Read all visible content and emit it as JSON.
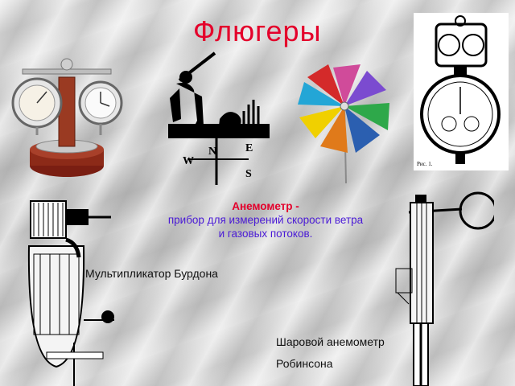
{
  "slide": {
    "title": "Флюгеры",
    "anemometer": {
      "term": "Анемометр -",
      "line1": "прибор для измерений скорости ветра",
      "line2": "и газовых потоков."
    },
    "captions": {
      "burdon": "Мультипликатор Бурдона",
      "robinson_line1": "Шаровой анемометр",
      "robinson_line2": "Робинсона"
    },
    "illustrations": {
      "fig_label": "Рис. 1."
    },
    "colors": {
      "title": "#e4002b",
      "term": "#e4002b",
      "description": "#4a1ad6"
    }
  }
}
